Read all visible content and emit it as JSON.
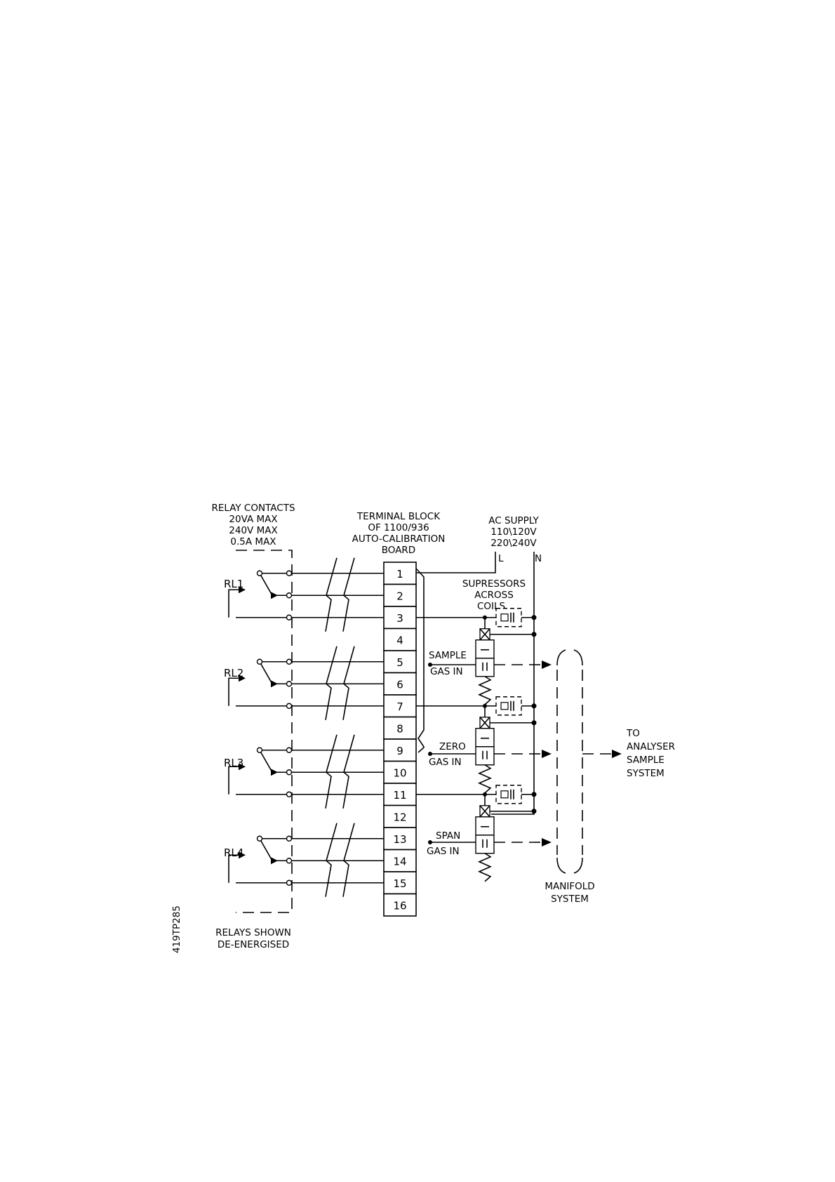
{
  "relay_contacts": {
    "title": "RELAY CONTACTS",
    "rating_va": "20VA  MAX",
    "rating_v": "240V  MAX",
    "rating_a": "0.5A  MAX"
  },
  "terminal_block": {
    "line1": "TERMINAL  BLOCK",
    "line2": "OF  1100/936",
    "line3": "AUTO-CALIBRATION",
    "line4": "BOARD",
    "terminals": [
      "1",
      "2",
      "3",
      "4",
      "5",
      "6",
      "7",
      "8",
      "9",
      "10",
      "11",
      "12",
      "13",
      "14",
      "15",
      "16"
    ]
  },
  "ac_supply": {
    "title": "AC  SUPPLY",
    "range1": "110\\120V",
    "range2": "220\\240V",
    "live": "L",
    "neutral": "N"
  },
  "suppressors": {
    "line1": "SUPRESSORS",
    "line2": "ACROSS",
    "line3": "COILS"
  },
  "relays": [
    "RL1",
    "RL2",
    "RL3",
    "RL4"
  ],
  "gas_inputs": {
    "sample_1": "SAMPLE",
    "sample_2": "GAS  IN",
    "zero_1": "ZERO",
    "zero_2": "GAS  IN",
    "span_1": "SPAN",
    "span_2": "GAS  IN"
  },
  "analyser": {
    "line1": "TO",
    "line2": "ANALYSER",
    "line3": "SAMPLE",
    "line4": "SYSTEM"
  },
  "manifold": {
    "line1": "MANIFOLD",
    "line2": "SYSTEM"
  },
  "relays_note": {
    "line1": "RELAYS  SHOWN",
    "line2": "DE-ENERGISED"
  },
  "drawing_ref": "419TP285"
}
